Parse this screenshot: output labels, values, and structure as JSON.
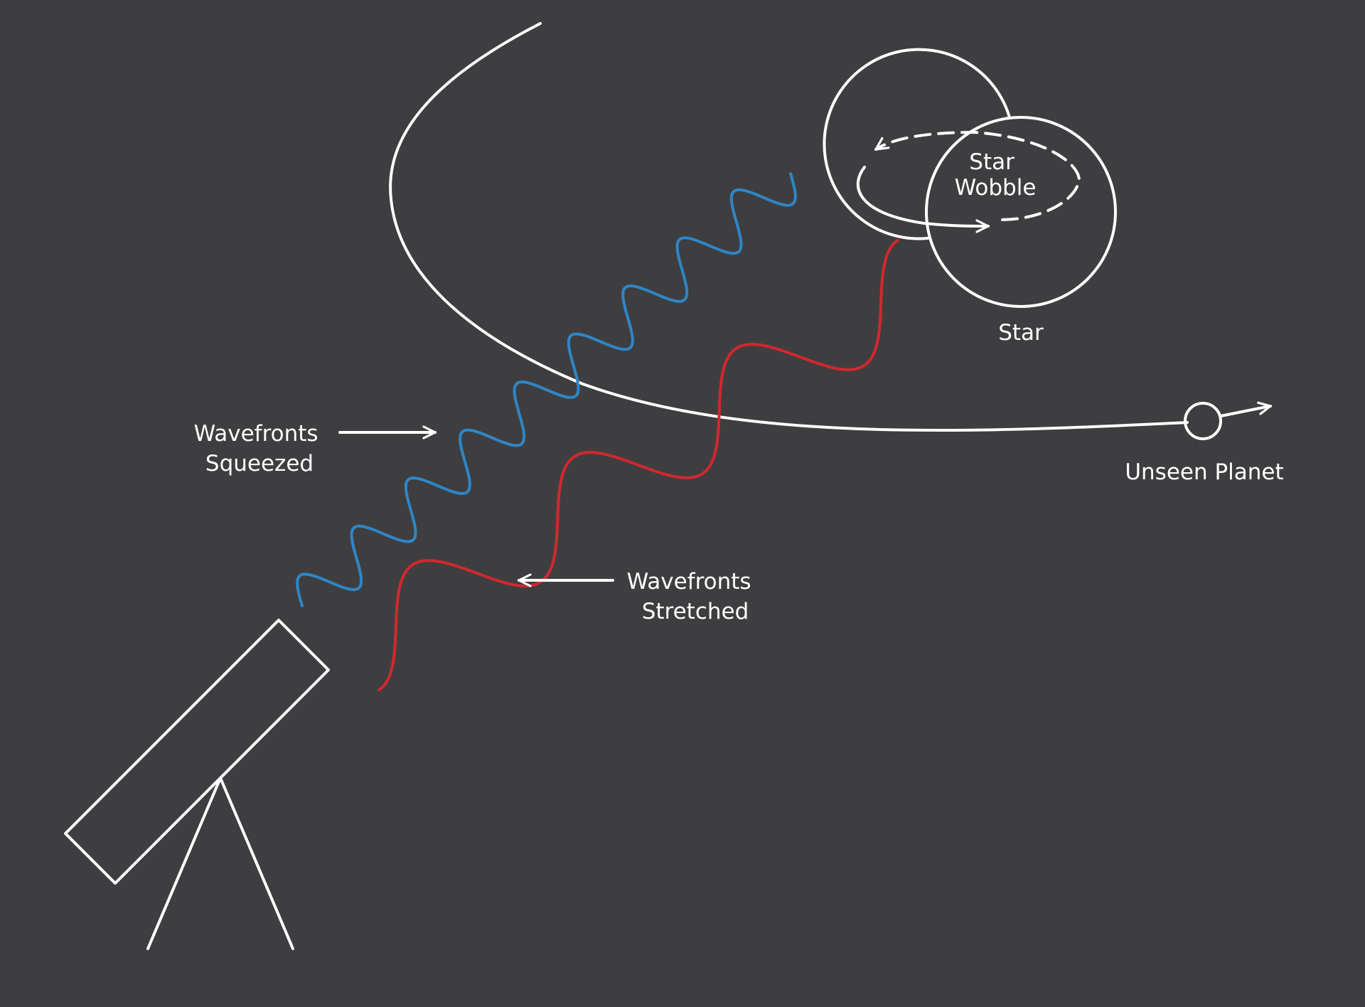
{
  "labels": {
    "star_wobble_line1": "Star",
    "star_wobble_line2": "Wobble",
    "star": "Star",
    "unseen_planet": "Unseen Planet",
    "squeezed_line1": "Wavefronts",
    "squeezed_line2": "Squeezed",
    "stretched_line1": "Wavefronts",
    "stretched_line2": "Stretched"
  },
  "colors": {
    "background": "#3e3e40",
    "line": "#ffffff",
    "blueshift": "#2f86c6",
    "redshift": "#d1282e"
  },
  "icons": {
    "telescope": "telescope-icon",
    "planet": "planet-icon",
    "star": "star-icon"
  }
}
